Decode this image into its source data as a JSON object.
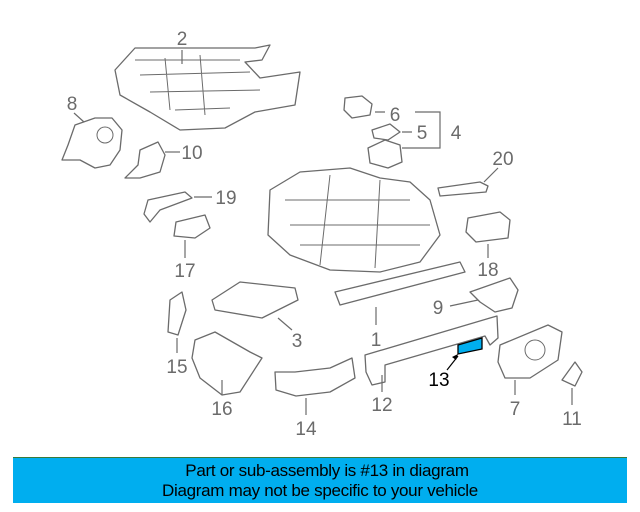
{
  "diagram": {
    "highlight_color": "#00aeef",
    "highlighted_part": "13",
    "callouts": [
      "1",
      "2",
      "3",
      "4",
      "5",
      "6",
      "7",
      "8",
      "9",
      "10",
      "11",
      "12",
      "13",
      "14",
      "15",
      "16",
      "17",
      "18",
      "19",
      "20"
    ]
  },
  "banner": {
    "line1": "Part or sub-assembly is #13 in diagram",
    "line2": "Diagram may not be specific to your vehicle",
    "background": "#00aeef"
  }
}
